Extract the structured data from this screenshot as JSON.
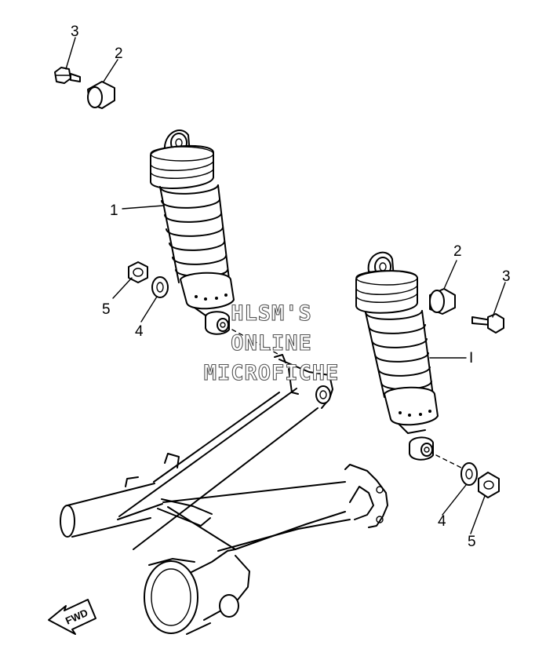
{
  "callouts": {
    "shock_absorber_left": "1",
    "collar_left": "2",
    "bolt_left": "3",
    "washer_left": "4",
    "nut_left": "5",
    "shock_absorber_right": "I",
    "collar_right": "2",
    "bolt_right": "3",
    "washer_right": "4",
    "nut_right": "5"
  },
  "watermark": {
    "line1": "HLSM'S",
    "line2": "ONLINE",
    "line3": "MICROFICHE"
  },
  "direction_arrow": {
    "label": "FWD"
  }
}
